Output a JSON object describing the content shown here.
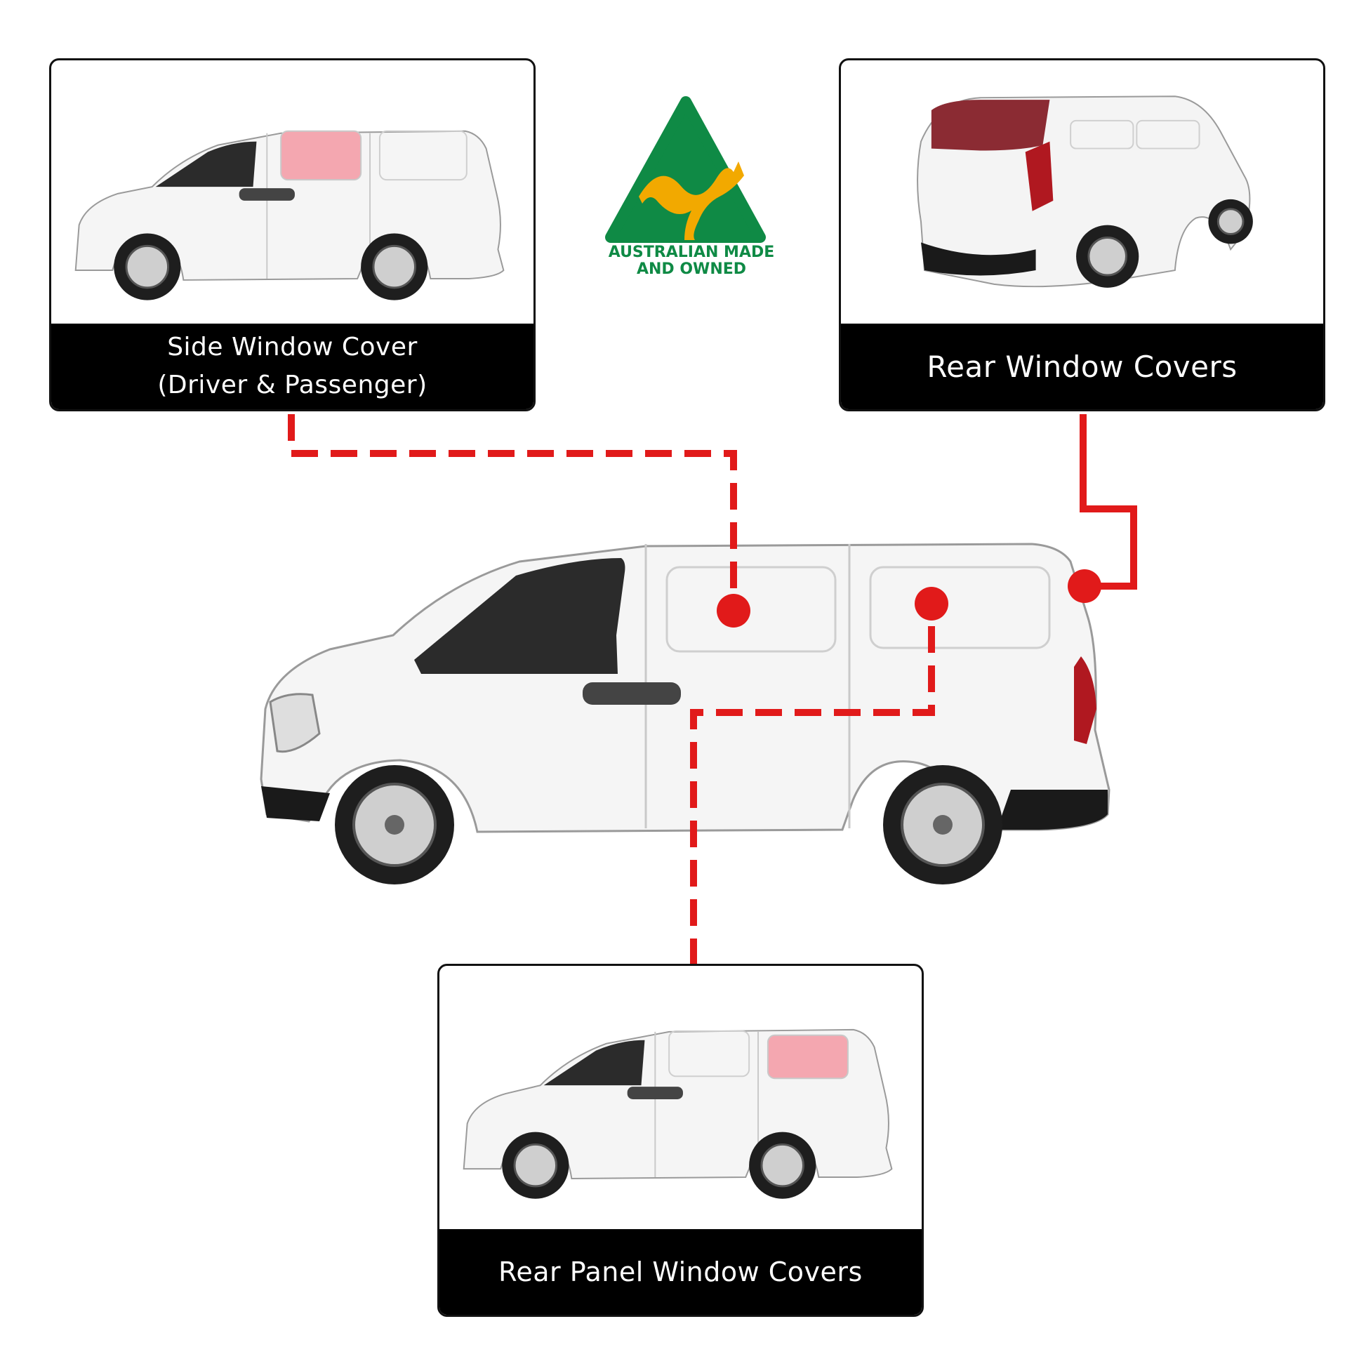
{
  "logo": {
    "name": "australian-made-logo",
    "line1": "AUSTRALIAN MADE",
    "line2": "AND OWNED",
    "colors": {
      "triangle": "#0f8a45",
      "kangaroo": "#f2a900",
      "text": "#0f8a45"
    }
  },
  "cards": {
    "side": {
      "caption_line1": "Side Window Cover",
      "caption_line2": "(Driver & Passenger)"
    },
    "rear": {
      "caption": "Rear Window Covers"
    },
    "panel": {
      "caption": "Rear Panel Window Covers"
    }
  },
  "colors": {
    "connector": "#e11a1a",
    "highlight_side": "#f4a7b0",
    "highlight_rear": "#8b2b33",
    "caption_bg": "#000000",
    "van_body": "#f4f4f4",
    "tyre": "#222222"
  }
}
